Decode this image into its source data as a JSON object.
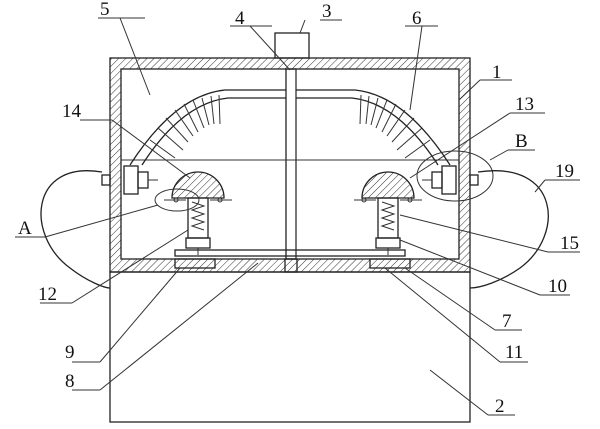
{
  "labels": {
    "l1": "1",
    "l2": "2",
    "l3": "3",
    "l4": "4",
    "l5": "5",
    "l6": "6",
    "l7": "7",
    "l8": "8",
    "l9": "9",
    "l10": "10",
    "l11": "11",
    "l12": "12",
    "l13": "13",
    "l14": "14",
    "l15": "15",
    "l19": "19",
    "lA": "A",
    "lB": "B"
  }
}
